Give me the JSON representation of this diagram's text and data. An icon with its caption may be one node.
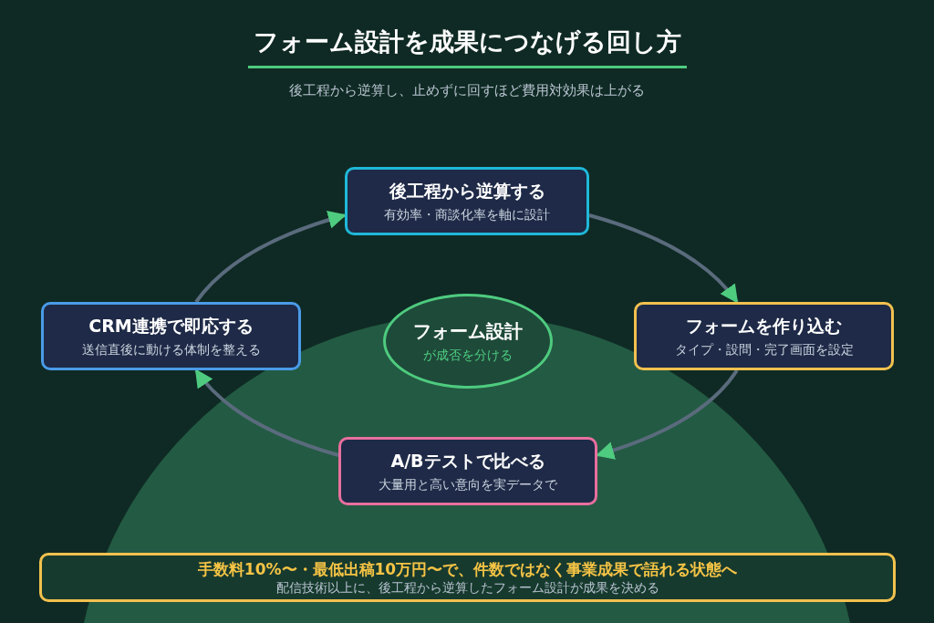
{
  "diagram": {
    "title": "フォーム設計を成果につなげる回し方",
    "nodes": [
      {
        "text": [
          "フォーム設計",
          "が成否を分ける"
        ]
      },
      {
        "text": [
          "後工程から逆算する",
          "有効率・商談化率を軸に設計"
        ]
      },
      {
        "text": [
          "フォームを作り込む",
          "タイプ・設問・完了画面を設定"
        ]
      },
      {
        "text": [
          "A/Bテストで比べる",
          "大量用と高い意向を実データで"
        ]
      },
      {
        "text": [
          "CRM連携で即応する",
          "送信直後に動ける体制を整える"
        ]
      },
      {
        "text": [
          "手数料10%〜・最低出稿10万円〜で、件数ではなく事業成果で語れる状態へ",
          "配信技術以上に、後工程から逆算したフォーム設計が成果を決める"
        ]
      }
    ],
    "edges": [
      {
        "from": 1,
        "to": 2,
        "arrow": "to"
      },
      {
        "from": 2,
        "to": 3,
        "arrow": "to"
      },
      {
        "from": 3,
        "to": 4,
        "arrow": "to"
      },
      {
        "from": 4,
        "to": 1,
        "arrow": "to"
      }
    ],
    "labels": [
      "後工程から逆算し、止めずに回すほど費用対効果は上がる"
    ]
  }
}
